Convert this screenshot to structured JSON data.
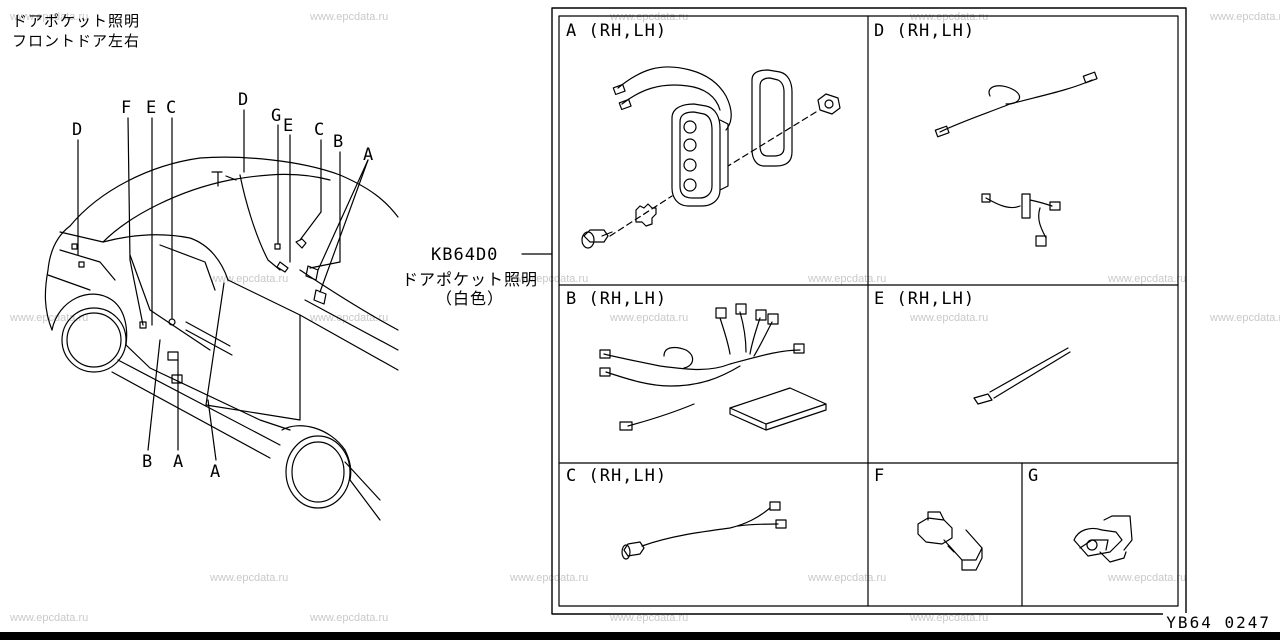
{
  "title": {
    "line1": "ドアポケット照明",
    "line2": "フロントドア左右"
  },
  "part": {
    "code": "KB64D0",
    "name": "ドアポケット照明",
    "color": "（白色）"
  },
  "car_callouts": {
    "top": [
      "D",
      "F",
      "E",
      "C",
      "D",
      "G",
      "E",
      "C",
      "B",
      "A"
    ],
    "bottom": [
      "B",
      "A",
      "A"
    ]
  },
  "cells": {
    "A": "A (RH,LH)",
    "B": "B (RH,LH)",
    "C": "C (RH,LH)",
    "D": "D (RH,LH)",
    "E": "E (RH,LH)",
    "F": "F",
    "G": "G"
  },
  "watermark": "www.epcdata.ru",
  "footer": "YB64 0247"
}
